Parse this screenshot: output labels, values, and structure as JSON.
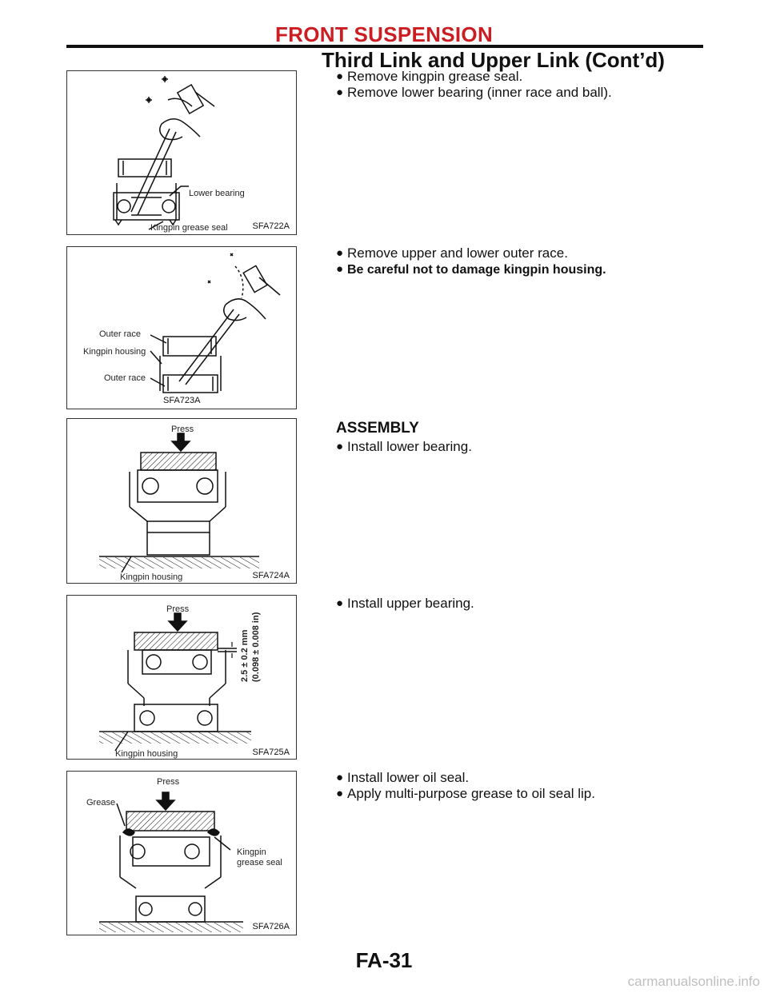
{
  "header": {
    "section": "FRONT SUSPENSION",
    "title": "Third Link and Upper Link (Cont’d)"
  },
  "figures": [
    {
      "code": "SFA722A",
      "labels": {
        "lower_bearing": "Lower bearing",
        "kingpin_grease_seal": "Kingpin grease seal"
      }
    },
    {
      "code": "SFA723A",
      "labels": {
        "outer_race_top": "Outer race",
        "kingpin_housing": "Kingpin housing",
        "outer_race_bottom": "Outer race"
      }
    },
    {
      "code": "SFA724A",
      "labels": {
        "press": "Press",
        "kingpin_housing": "Kingpin housing"
      }
    },
    {
      "code": "SFA725A",
      "labels": {
        "press": "Press",
        "kingpin_housing": "Kingpin housing",
        "dimension_mm": "2.5 ± 0.2 mm",
        "dimension_in": "(0.098 ± 0.008 in)"
      }
    },
    {
      "code": "SFA726A",
      "labels": {
        "press": "Press",
        "grease": "Grease",
        "kingpin": "Kingpin",
        "grease_seal": "grease seal"
      }
    }
  ],
  "steps": {
    "s1": [
      "Remove kingpin grease seal.",
      "Remove lower bearing (inner race and ball)."
    ],
    "s2": [
      "Remove upper and lower outer race.",
      "Be careful not to damage kingpin housing."
    ],
    "assembly_heading": "ASSEMBLY",
    "s3": [
      "Install lower bearing."
    ],
    "s4": [
      "Install upper bearing."
    ],
    "s5": [
      "Install lower oil seal.",
      "Apply multi-purpose grease to oil seal lip."
    ]
  },
  "bullet_symbol": "●",
  "page_number": "FA-31",
  "watermark": "carmanualsonline.info"
}
